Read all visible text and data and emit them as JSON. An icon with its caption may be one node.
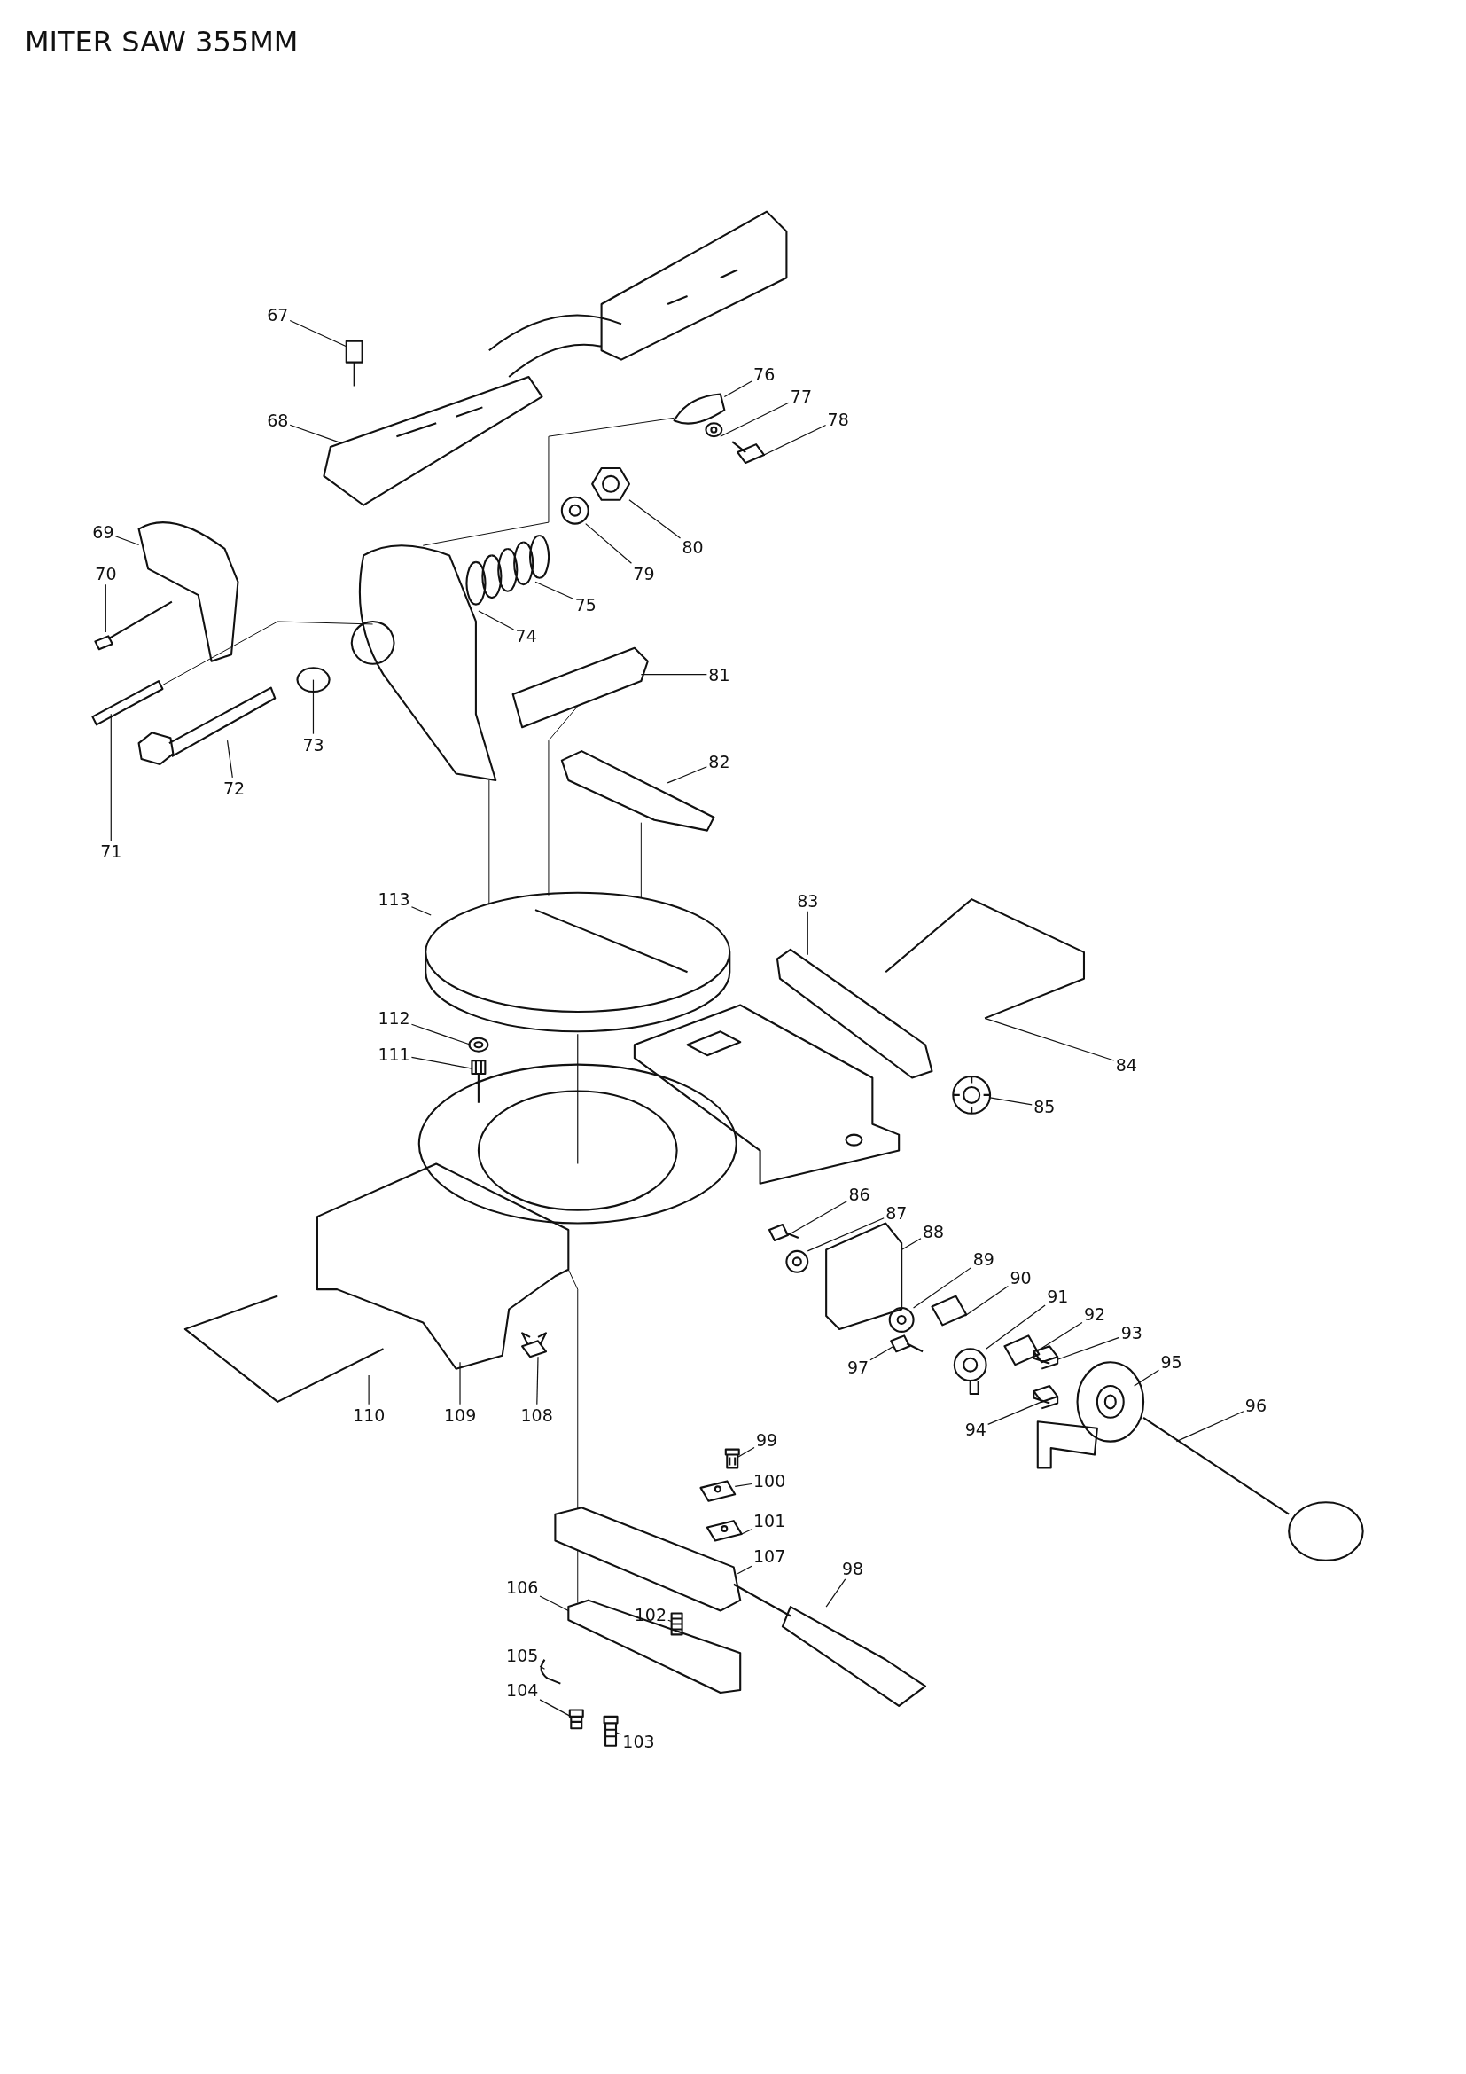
{
  "diagram": {
    "title": "MITER SAW 355MM",
    "nodes": [
      {
        "text": [
          "67"
        ]
      },
      {
        "text": [
          "68"
        ]
      },
      {
        "text": [
          "69"
        ]
      },
      {
        "text": [
          "70"
        ]
      },
      {
        "text": [
          "71"
        ]
      },
      {
        "text": [
          "72"
        ]
      },
      {
        "text": [
          "73"
        ]
      },
      {
        "text": [
          "74"
        ]
      },
      {
        "text": [
          "75"
        ]
      },
      {
        "text": [
          "76"
        ]
      },
      {
        "text": [
          "77"
        ]
      },
      {
        "text": [
          "78"
        ]
      },
      {
        "text": [
          "79"
        ]
      },
      {
        "text": [
          "80"
        ]
      },
      {
        "text": [
          "81"
        ]
      },
      {
        "text": [
          "82"
        ]
      },
      {
        "text": [
          "83"
        ]
      },
      {
        "text": [
          "84"
        ]
      },
      {
        "text": [
          "85"
        ]
      },
      {
        "text": [
          "86"
        ]
      },
      {
        "text": [
          "87"
        ]
      },
      {
        "text": [
          "88"
        ]
      },
      {
        "text": [
          "89"
        ]
      },
      {
        "text": [
          "90"
        ]
      },
      {
        "text": [
          "91"
        ]
      },
      {
        "text": [
          "92"
        ]
      },
      {
        "text": [
          "93"
        ]
      },
      {
        "text": [
          "94"
        ]
      },
      {
        "text": [
          "95"
        ]
      },
      {
        "text": [
          "96"
        ]
      },
      {
        "text": [
          "97"
        ]
      },
      {
        "text": [
          "98"
        ]
      },
      {
        "text": [
          "99"
        ]
      },
      {
        "text": [
          "100"
        ]
      },
      {
        "text": [
          "101"
        ]
      },
      {
        "text": [
          "102"
        ]
      },
      {
        "text": [
          "103"
        ]
      },
      {
        "text": [
          "104"
        ]
      },
      {
        "text": [
          "105"
        ]
      },
      {
        "text": [
          "106"
        ]
      },
      {
        "text": [
          "107"
        ]
      },
      {
        "text": [
          "108"
        ]
      },
      {
        "text": [
          "109"
        ]
      },
      {
        "text": [
          "110"
        ]
      },
      {
        "text": [
          "111"
        ]
      },
      {
        "text": [
          "112"
        ]
      },
      {
        "text": [
          "113"
        ]
      },
      {
        "text": [],
        "shape": "picture"
      },
      {
        "text": [],
        "shape": "picture"
      },
      {
        "text": [],
        "shape": "picture"
      },
      {
        "text": [],
        "shape": "picture"
      },
      {
        "text": [],
        "shape": "picture"
      },
      {
        "text": [],
        "shape": "picture"
      },
      {
        "text": [],
        "shape": "picture"
      },
      {
        "text": [],
        "shape": "picture"
      },
      {
        "text": [],
        "shape": "picture"
      },
      {
        "text": [],
        "shape": "picture"
      },
      {
        "text": [],
        "shape": "picture"
      },
      {
        "text": [],
        "shape": "picture"
      },
      {
        "text": [],
        "shape": "picture"
      },
      {
        "text": [],
        "shape": "picture"
      },
      {
        "text": [],
        "shape": "picture"
      },
      {
        "text": [],
        "shape": "picture"
      },
      {
        "text": [],
        "shape": "picture"
      },
      {
        "text": [],
        "shape": "picture"
      },
      {
        "text": [],
        "shape": "picture"
      },
      {
        "text": [],
        "shape": "picture"
      },
      {
        "text": [],
        "shape": "picture"
      },
      {
        "text": [],
        "shape": "picture"
      },
      {
        "text": [],
        "shape": "picture"
      },
      {
        "text": [],
        "shape": "picture"
      },
      {
        "text": [],
        "shape": "picture"
      },
      {
        "text": [],
        "shape": "picture"
      },
      {
        "text": [],
        "shape": "picture"
      },
      {
        "text": [],
        "shape": "picture"
      },
      {
        "text": [],
        "shape": "picture"
      },
      {
        "text": [],
        "shape": "picture"
      },
      {
        "text": [],
        "shape": "picture"
      },
      {
        "text": [],
        "shape": "picture"
      },
      {
        "text": [],
        "shape": "picture"
      },
      {
        "text": [],
        "shape": "picture"
      },
      {
        "text": [],
        "shape": "picture"
      },
      {
        "text": [],
        "shape": "picture"
      },
      {
        "text": [],
        "shape": "picture"
      },
      {
        "text": [],
        "shape": "picture"
      },
      {
        "text": [],
        "shape": "picture"
      },
      {
        "text": [],
        "shape": "picture"
      },
      {
        "text": [],
        "shape": "picture"
      },
      {
        "text": [],
        "shape": "picture"
      },
      {
        "text": [],
        "shape": "picture"
      },
      {
        "text": [],
        "shape": "picture"
      },
      {
        "text": [],
        "shape": "picture"
      },
      {
        "text": [],
        "shape": "picture"
      },
      {
        "text": [],
        "shape": "picture"
      }
    ],
    "edges": [
      {
        "from": 0,
        "to": 47,
        "arrow": "none"
      },
      {
        "from": 1,
        "to": 48,
        "arrow": "none"
      },
      {
        "from": 2,
        "to": 49,
        "arrow": "none"
      },
      {
        "from": 3,
        "to": 50,
        "arrow": "none"
      },
      {
        "from": 4,
        "to": 51,
        "arrow": "none"
      },
      {
        "from": 5,
        "to": 52,
        "arrow": "none"
      },
      {
        "from": 6,
        "to": 53,
        "arrow": "none"
      },
      {
        "from": 7,
        "to": 54,
        "arrow": "none"
      },
      {
        "from": 8,
        "to": 55,
        "arrow": "none"
      },
      {
        "from": 9,
        "to": 56,
        "arrow": "none"
      },
      {
        "from": 10,
        "to": 57,
        "arrow": "none"
      },
      {
        "from": 11,
        "to": 58,
        "arrow": "none"
      },
      {
        "from": 12,
        "to": 59,
        "arrow": "none"
      },
      {
        "from": 13,
        "to": 60,
        "arrow": "none"
      },
      {
        "from": 14,
        "to": 61,
        "arrow": "none"
      },
      {
        "from": 15,
        "to": 62,
        "arrow": "none"
      },
      {
        "from": 16,
        "to": 63,
        "arrow": "none"
      },
      {
        "from": 17,
        "to": 64,
        "arrow": "none"
      },
      {
        "from": 18,
        "to": 65,
        "arrow": "none"
      },
      {
        "from": 19,
        "to": 66,
        "arrow": "none"
      },
      {
        "from": 20,
        "to": 67,
        "arrow": "none"
      },
      {
        "from": 21,
        "to": 68,
        "arrow": "none"
      },
      {
        "from": 22,
        "to": 69,
        "arrow": "none"
      },
      {
        "from": 23,
        "to": 70,
        "arrow": "none"
      },
      {
        "from": 24,
        "to": 71,
        "arrow": "none"
      },
      {
        "from": 25,
        "to": 72,
        "arrow": "none"
      },
      {
        "from": 26,
        "to": 73,
        "arrow": "none"
      },
      {
        "from": 27,
        "to": 74,
        "arrow": "none"
      },
      {
        "from": 28,
        "to": 75,
        "arrow": "none"
      },
      {
        "from": 29,
        "to": 76,
        "arrow": "none"
      },
      {
        "from": 30,
        "to": 77,
        "arrow": "none"
      },
      {
        "from": 31,
        "to": 78,
        "arrow": "none"
      },
      {
        "from": 32,
        "to": 79,
        "arrow": "none"
      },
      {
        "from": 33,
        "to": 80,
        "arrow": "none"
      },
      {
        "from": 34,
        "to": 81,
        "arrow": "none"
      },
      {
        "from": 35,
        "to": 82,
        "arrow": "none"
      },
      {
        "from": 36,
        "to": 83,
        "arrow": "none"
      },
      {
        "from": 37,
        "to": 84,
        "arrow": "none"
      },
      {
        "from": 38,
        "to": 85,
        "arrow": "none"
      },
      {
        "from": 39,
        "to": 86,
        "arrow": "none"
      },
      {
        "from": 40,
        "to": 87,
        "arrow": "none"
      },
      {
        "from": 41,
        "to": 88,
        "arrow": "none"
      },
      {
        "from": 42,
        "to": 89,
        "arrow": "none"
      },
      {
        "from": 43,
        "to": 90,
        "arrow": "none"
      },
      {
        "from": 44,
        "to": 91,
        "arrow": "none"
      },
      {
        "from": 45,
        "to": 92,
        "arrow": "none"
      },
      {
        "from": 46,
        "to": 93,
        "arrow": "none"
      },
      {
        "from": 51,
        "to": 54,
        "arrow": "none"
      },
      {
        "from": 54,
        "to": 56,
        "arrow": "none"
      },
      {
        "from": 54,
        "to": 93,
        "arrow": "none"
      },
      {
        "from": 62,
        "to": 93,
        "arrow": "none"
      },
      {
        "from": 61,
        "to": 93,
        "arrow": "none"
      },
      {
        "from": 87,
        "to": 86,
        "arrow": "none"
      },
      {
        "from": 89,
        "to": 87,
        "arrow": "none"
      }
    ]
  }
}
